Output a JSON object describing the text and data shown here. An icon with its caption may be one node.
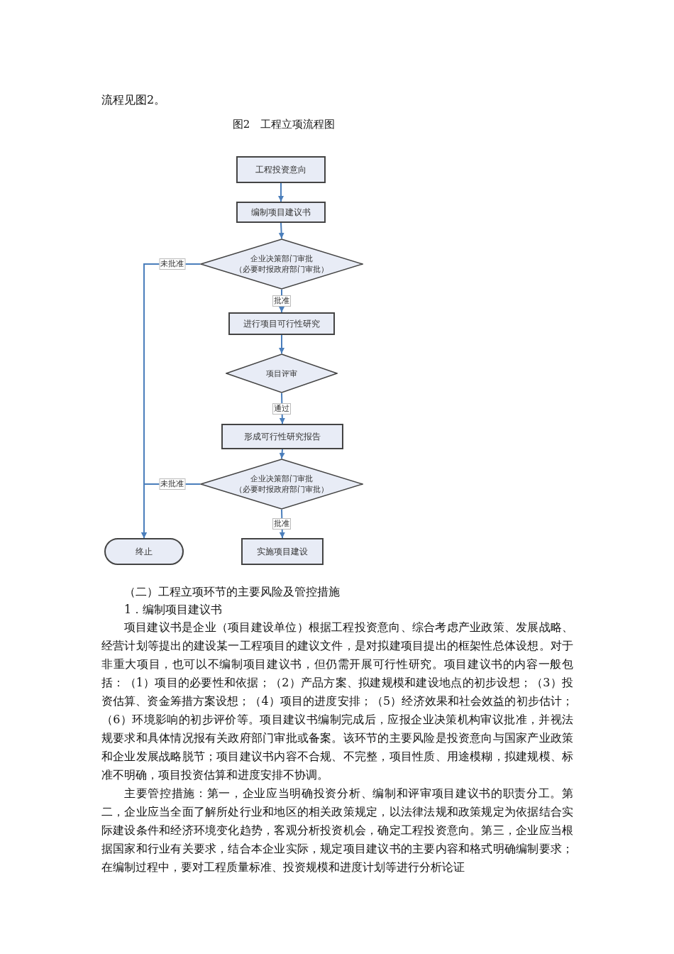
{
  "diagram": {
    "title": "图2　工程立项流程图",
    "nodes": [
      {
        "text": [
          "工程投资意向"
        ]
      },
      {
        "text": [
          "编制项目建议书"
        ]
      },
      {
        "text": [
          "企业决策部门审批（必要时报政府部门审批）"
        ]
      },
      {
        "text": [
          "进行项目可行性研究"
        ]
      },
      {
        "text": [
          "项目评审"
        ]
      },
      {
        "text": [
          "形成可行性研究报告"
        ]
      },
      {
        "text": [
          "企业决策部门审批（必要时报政府部门审批）"
        ]
      },
      {
        "text": [
          "终止"
        ]
      },
      {
        "text": [
          "实施项目建设"
        ]
      }
    ],
    "edges": [
      {
        "from": 0,
        "to": 1,
        "arrow": "to"
      },
      {
        "from": 1,
        "to": 2,
        "arrow": "to"
      },
      {
        "from": 2,
        "to": 3,
        "arrow": "to",
        "label": "批准"
      },
      {
        "from": 3,
        "to": 4,
        "arrow": "to"
      },
      {
        "from": 4,
        "to": 5,
        "arrow": "to",
        "label": "通过"
      },
      {
        "from": 5,
        "to": 6,
        "arrow": "to"
      },
      {
        "from": 6,
        "to": 8,
        "arrow": "to",
        "label": "批准"
      },
      {
        "from": 2,
        "to": 7,
        "arrow": "to",
        "label": "未批准"
      },
      {
        "from": 6,
        "to": 7,
        "arrow": "to",
        "label": "未批准"
      }
    ],
    "labels": [
      "流程见图2。",
      "（二）工程立项环节的主要风险及管控措施",
      "1．编制项目建议书",
      "项目建议书是企业（项目建设单位）根据工程投资意向、综合考虑产业政策、发展战略、经营计划等提出的建设某一工程项目的建议文件，是对拟建项目提出的框架性总体设想。对于非重大项目，也可以不编制项目建议书，但仍需开展可行性研究。项目建议书的内容一般包括：（1）项目的必要性和依据；（2）产品方案、拟建规模和建设地点的初步设想；（3）投资估算、资金筹措方案设想；（4）项目的进度安排；（5）经济效果和社会效益的初步估计；（6）环境影响的初步评价等。项目建议书编制完成后，应报企业决策机构审议批准，并视法规要求和具体情况报有关政府部门审批或备案。该环节的主要风险是投资意向与国家产业政策和企业发展战略脱节；项目建议书内容不合规、不完整，项目性质、用途模糊，拟建规模、标准不明确，项目投资估算和进度安排不协调。",
      "主要管控措施：第一，企业应当明确投资分析、编制和评审项目建议书的职责分工。第二，企业应当全面了解所处行业和地区的相关政策规定，以法律法规和政策规定为依据结合实际建设条件和经济环境变化趋势，客观分析投资机会，确定工程投资意向。第三，企业应当根据国家和行业有关要求，结合本企业实际，规定项目建议书的主要内容和格式明确编制要求；在编制过程中，要对工程质量标准、投资规模和进度计划等进行分析论证"
    ]
  }
}
